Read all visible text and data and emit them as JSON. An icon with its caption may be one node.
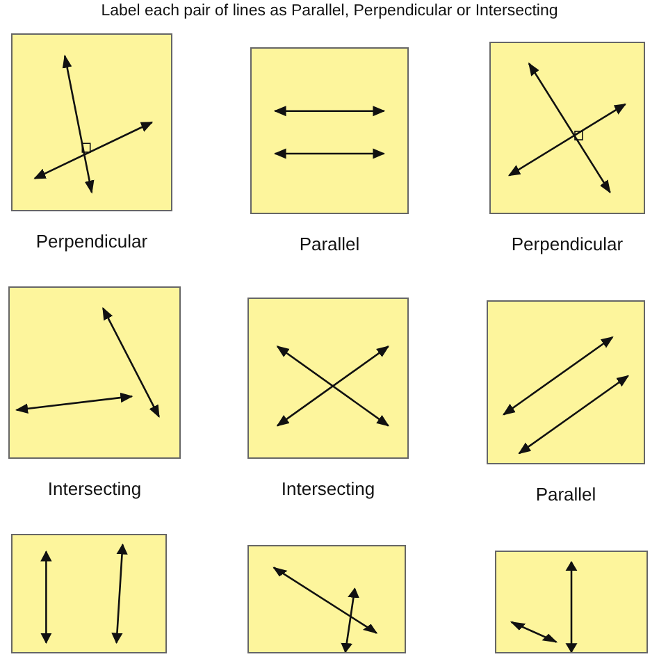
{
  "diagram": {
    "title": "Label each pair of lines as Parallel, Perpendicular or Intersecting",
    "nodes": [
      {
        "text": [
          "Perpendicular"
        ]
      },
      {
        "text": [
          "Parallel"
        ]
      },
      {
        "text": [
          "Perpendicular"
        ]
      },
      {
        "text": [
          "Intersecting"
        ]
      },
      {
        "text": [
          "Intersecting"
        ]
      },
      {
        "text": [
          "Parallel"
        ]
      },
      {
        "text": [],
        "shape": "box"
      },
      {
        "text": [],
        "shape": "box"
      },
      {
        "text": [],
        "shape": "box"
      }
    ]
  }
}
